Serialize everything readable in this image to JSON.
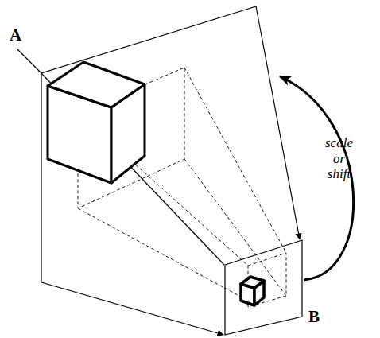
{
  "diagram": {
    "labels": [
      "A",
      "B",
      "scale or shift"
    ]
  }
}
